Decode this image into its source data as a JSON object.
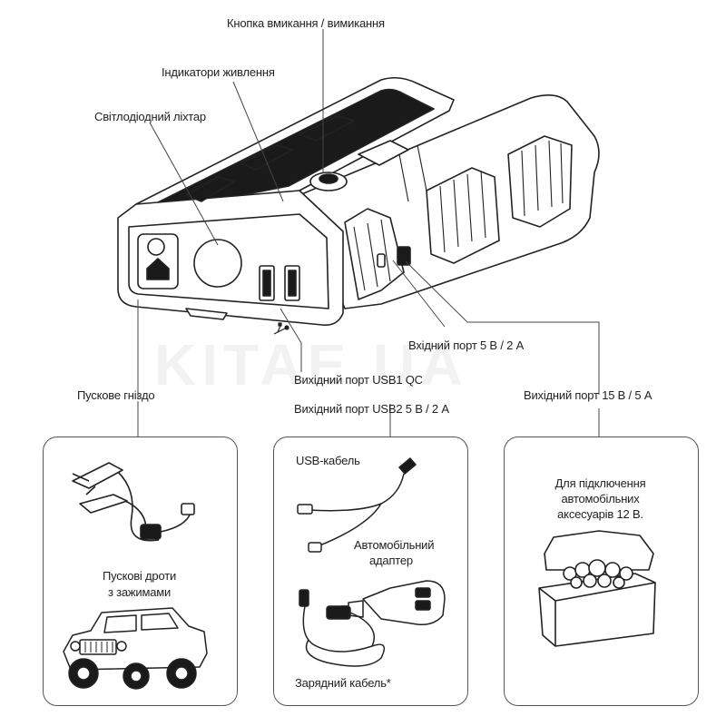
{
  "watermark": "KITAE.UA",
  "labels": {
    "power_button": "Кнопка вмикання / вимикання",
    "power_indicators": "Індикатори живлення",
    "led_flashlight": "Світлодіодний ліхтар",
    "start_socket": "Пускове гніздо",
    "input_port": "Вхідний порт 5 В / 2 А",
    "usb1_output": "Вихідний порт USB1 QC",
    "usb2_output": "Вихідний порт USB2 5 В / 2 А",
    "output_15v": "Вихідний порт 15 В / 5 А"
  },
  "panels": {
    "left": {
      "caption_line1": "Пускові дроти",
      "caption_line2": "з зажимами"
    },
    "middle": {
      "usb_cable": "USB-кабель",
      "car_adapter_line1": "Автомобільний",
      "car_adapter_line2": "адаптер",
      "charging_cable": "Зарядний кабель*"
    },
    "right": {
      "caption_line1": "Для підключення",
      "caption_line2": "автомобільних",
      "caption_line3": "аксесуарів 12 В."
    }
  },
  "colors": {
    "line": "#333333",
    "fill_dark": "#1a1a1a",
    "panel_border": "#555555"
  }
}
